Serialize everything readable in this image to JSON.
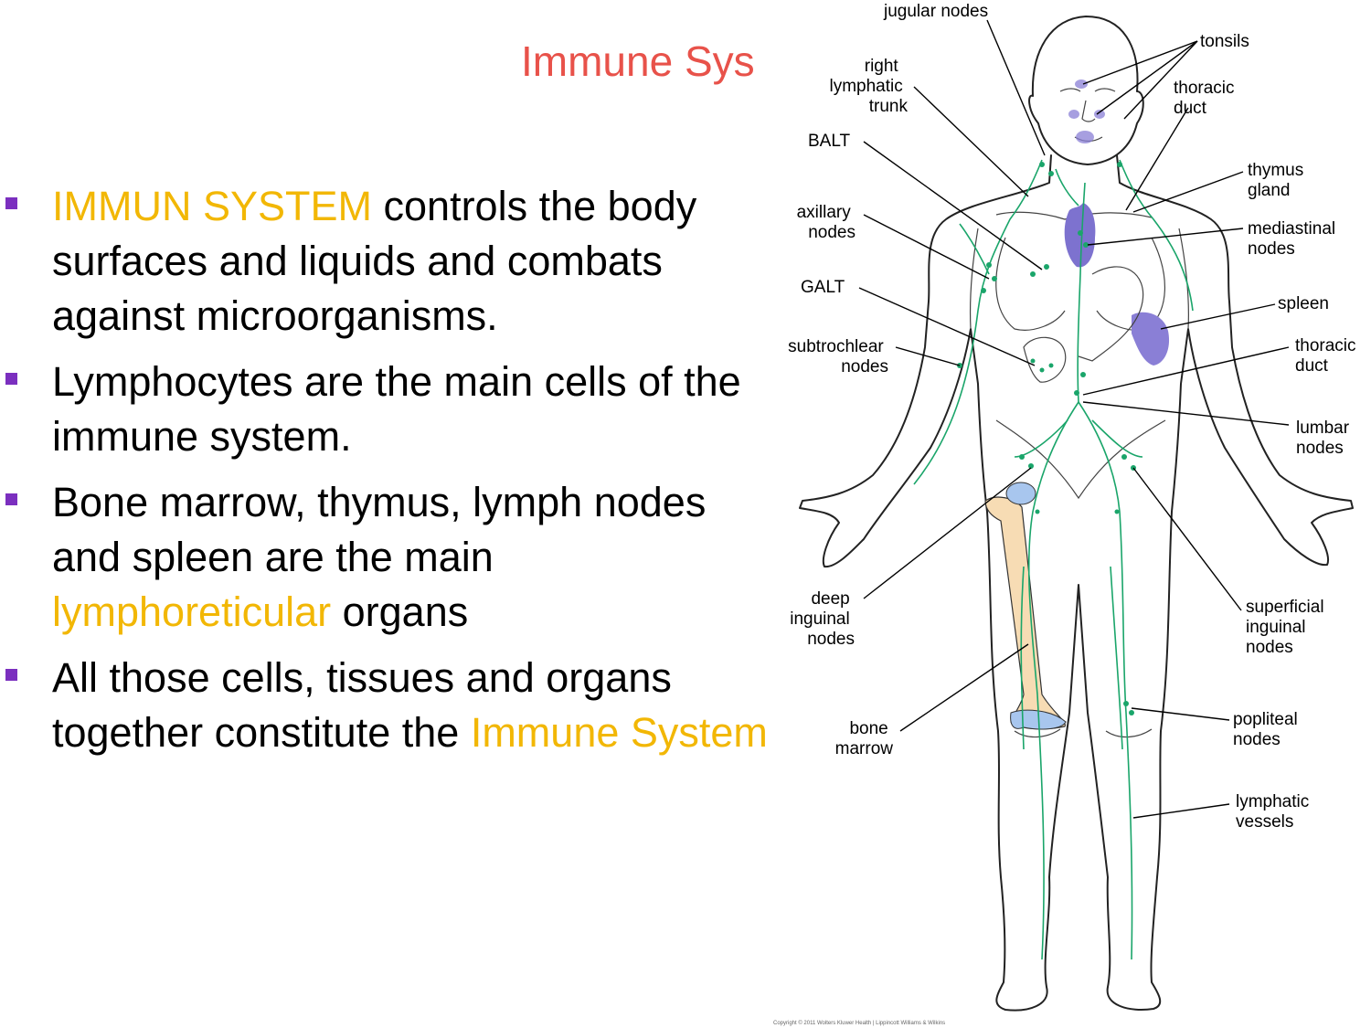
{
  "slide": {
    "title": "Immune Sys",
    "title_color": "#e8524a",
    "accent_color": "#f2b705",
    "bullet_color": "#7b2fbf"
  },
  "bullets": [
    {
      "parts": [
        {
          "text": "IMMUN SYSTEM",
          "highlight": true
        },
        {
          "text": " controls the body surfaces and liquids and combats against microorganisms.",
          "highlight": false
        }
      ]
    },
    {
      "parts": [
        {
          "text": "Lymphocytes are the main cells of the immune system.",
          "highlight": false
        }
      ]
    },
    {
      "parts": [
        {
          "text": "Bone marrow, thymus, lymph nodes and spleen are the main ",
          "highlight": false
        },
        {
          "text": "lymphoreticular",
          "highlight": true
        },
        {
          "text": " organs",
          "highlight": false
        }
      ]
    },
    {
      "parts": [
        {
          "text": "All those cells, tissues and organs together constitute the ",
          "highlight": false
        },
        {
          "text": "Immune System",
          "highlight": true
        }
      ]
    }
  ],
  "diagram": {
    "labels": {
      "jugular_nodes": "jugular nodes",
      "tonsils": "tonsils",
      "right_lymphatic_trunk": [
        "right",
        "lymphatic",
        "trunk"
      ],
      "thoracic_duct_upper": [
        "thoracic",
        "duct"
      ],
      "balt": "BALT",
      "thymus_gland": [
        "thymus",
        "gland"
      ],
      "axillary_nodes": [
        "axillary",
        "nodes"
      ],
      "mediastinal_nodes": [
        "mediastinal",
        "nodes"
      ],
      "galt": "GALT",
      "spleen": "spleen",
      "subtrochlear_nodes": [
        "subtrochlear",
        "nodes"
      ],
      "thoracic_duct_lower": [
        "thoracic",
        "duct"
      ],
      "lumbar_nodes": [
        "lumbar",
        "nodes"
      ],
      "deep_inguinal_nodes": [
        "deep",
        "inguinal",
        "nodes"
      ],
      "superficial_inguinal_nodes": [
        "superficial",
        "inguinal",
        "nodes"
      ],
      "popliteal_nodes": [
        "popliteal",
        "nodes"
      ],
      "bone_marrow": [
        "bone",
        "marrow"
      ],
      "lymphatic_vessels": [
        "lymphatic",
        "vessels"
      ]
    },
    "copyright": "Copyright © 2011 Wolters Kluwer Health | Lippincott Williams & Wilkins",
    "colors": {
      "lymph_vessel": "#1aa56a",
      "organ": "#8a7fd6",
      "bone": "#f7dcb4",
      "bone_end": "#a8c6ee"
    }
  }
}
